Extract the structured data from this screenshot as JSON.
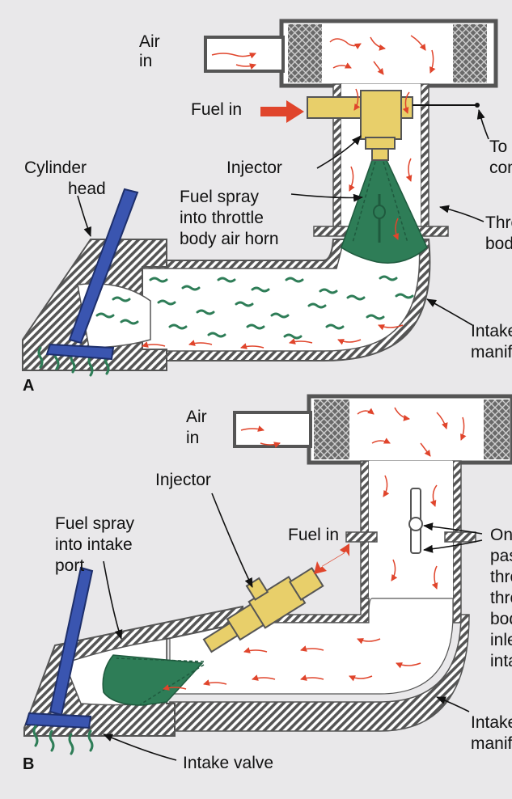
{
  "panel_a": {
    "letter": "A",
    "labels": {
      "air_in_1": "Air",
      "air_in_2": "in",
      "fuel_in": "Fuel in",
      "to_1": "To",
      "to_2": "com",
      "cylinder_head_1": "Cylinder",
      "cylinder_head_2": "head",
      "injector": "Injector",
      "fuel_spray_1": "Fuel spray",
      "fuel_spray_2": "into throttle",
      "fuel_spray_3": "body air horn",
      "throttle_body_1": "Thro",
      "throttle_body_2": "bod",
      "intake_manifold_1": "Intake",
      "intake_manifold_2": "manifo"
    }
  },
  "panel_b": {
    "letter": "B",
    "labels": {
      "air_in_1": "Air",
      "air_in_2": "in",
      "injector": "Injector",
      "fuel_spray_1": "Fuel spray",
      "fuel_spray_2": "into intake",
      "fuel_spray_3": "port",
      "fuel_in": "Fuel in",
      "note_1": "Only",
      "note_2": "pas",
      "note_3": "thro",
      "note_4": "thro",
      "note_5": "bod",
      "note_6": "inlet",
      "note_7": "inta",
      "intake_manifold_1": "Intake",
      "intake_manifold_2": "manifo",
      "intake_valve": "Intake valve"
    }
  },
  "colors": {
    "injector": "#e8cf6a",
    "fuel_spray": "#2e7d57",
    "valve": "#3a55b0",
    "arrow": "#e0452c",
    "wall": "#555555"
  }
}
